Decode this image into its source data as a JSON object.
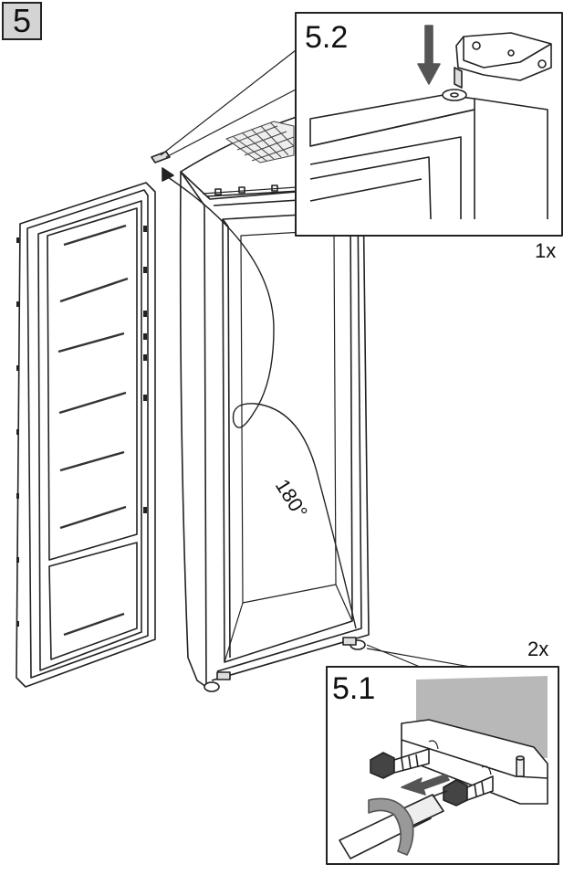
{
  "step_number": "5",
  "upper_detail": {
    "label": "5.2",
    "quantity": "1x"
  },
  "lower_detail": {
    "label": "5.1",
    "quantity": "2x"
  },
  "rotation_label": "180°",
  "colors": {
    "line": "#222222",
    "arrow": "#555555",
    "shade": "#b8b8b8",
    "light": "#e4e4e4"
  }
}
